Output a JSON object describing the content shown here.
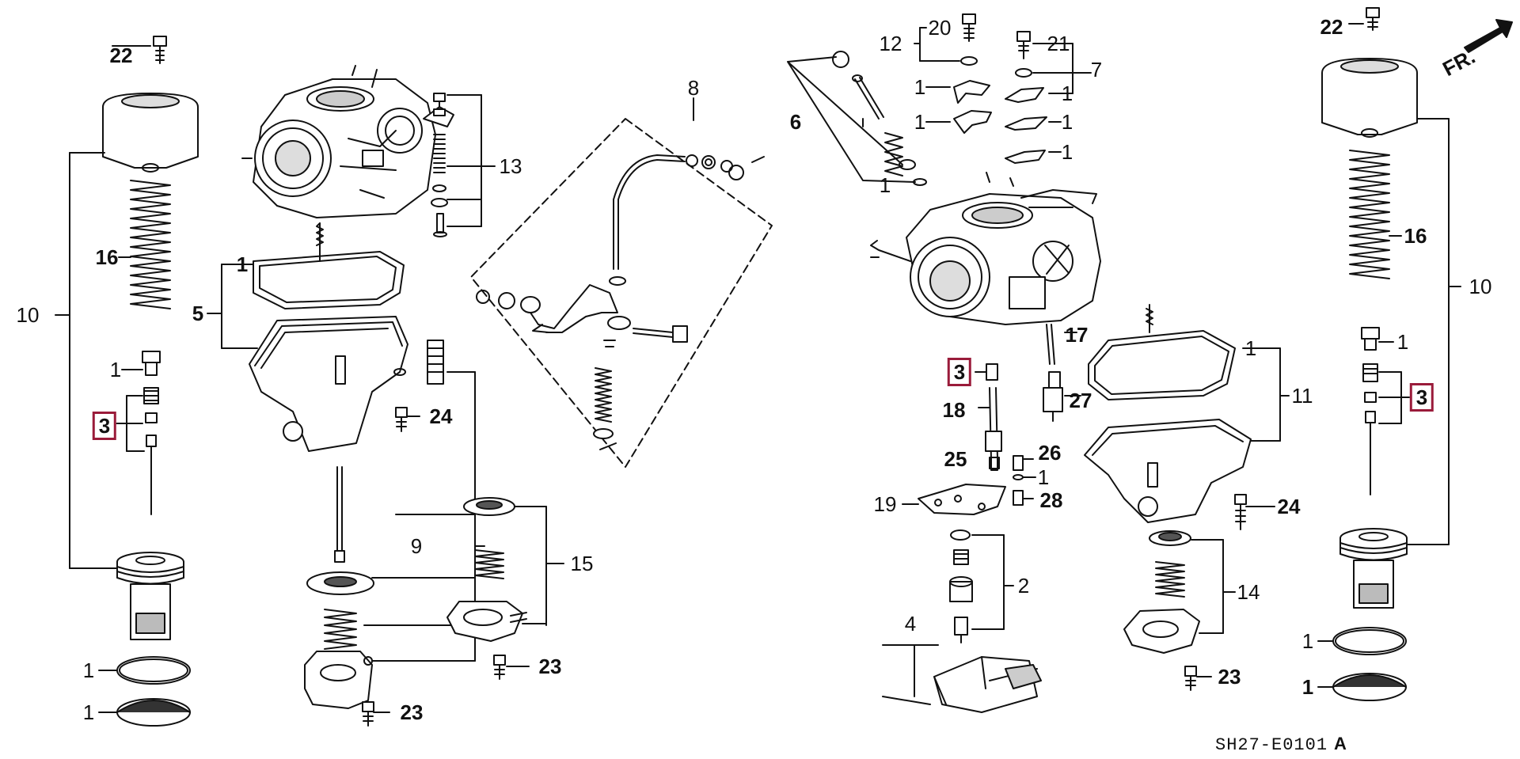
{
  "diagram": {
    "direction_label": "FR.",
    "drawing_code": "SH27-E0101",
    "drawing_code_suffix": "A",
    "accent_color": "#9a1b3a",
    "callouts": {
      "l_22": "22",
      "l_16": "16",
      "l_10": "10",
      "l_1_nut": "1",
      "l_3": "3",
      "l_1_ring1": "1",
      "l_1_ring2": "1",
      "m_1_gasket": "1",
      "m_5": "5",
      "m_13": "13",
      "m_24": "24",
      "m_9": "9",
      "m_23": "23",
      "m_15": "15",
      "m_23b": "23",
      "m_8": "8",
      "r_12": "12",
      "r_20": "20",
      "r_21": "21",
      "r_7": "7",
      "r_6": "6",
      "r_1a": "1",
      "r_1b": "1",
      "r_1c": "1",
      "r_1d": "1",
      "r_1e": "1",
      "r_1f": "1",
      "r_17": "17",
      "r_3": "3",
      "r_18": "18",
      "r_27": "27",
      "r_25": "25",
      "r_26": "26",
      "r_1g": "1",
      "r_28": "28",
      "r_19": "19",
      "r_2": "2",
      "r_4": "4",
      "r_1_gasket": "1",
      "r_11": "11",
      "r_24": "24",
      "r_14": "14",
      "r_23": "23",
      "f_22": "22",
      "f_16": "16",
      "f_1": "1",
      "f_3": "3",
      "f_10": "10",
      "f_1_ring1": "1",
      "f_1_ring2": "1"
    }
  }
}
